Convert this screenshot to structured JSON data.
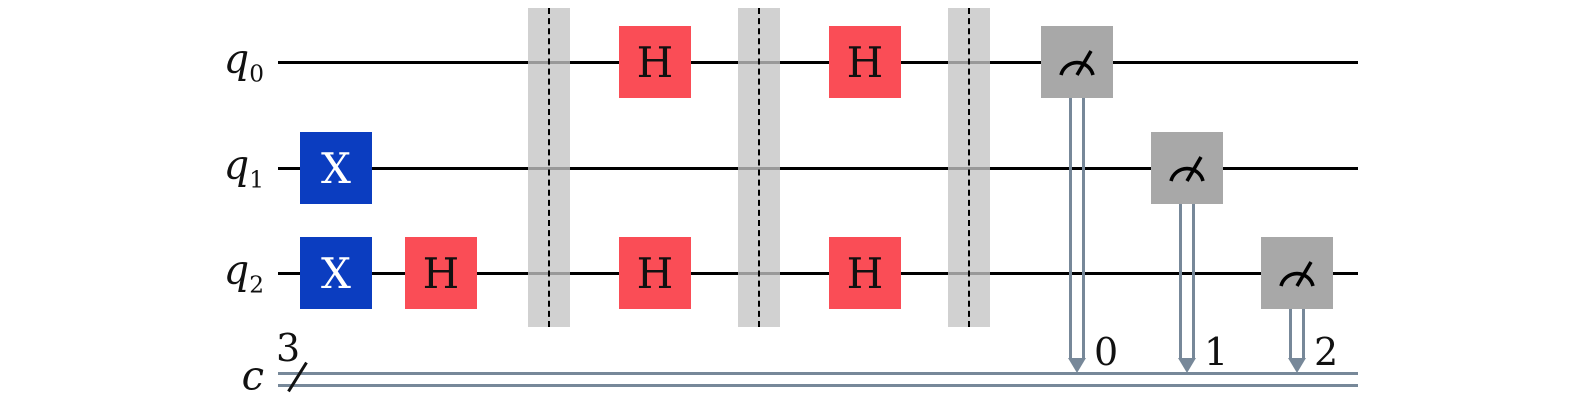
{
  "figure": {
    "background": "#ffffff",
    "qubit_wire_color": "#000000",
    "classical_wire_color": "#778899",
    "barrier_fill": "#c4c4c4",
    "gate_colors": {
      "x": "#0b3dc0",
      "h": "#fa4d56",
      "measure": "#a8a8a8"
    },
    "gate_text_colors": {
      "x": "#ffffff",
      "h": "#000000"
    }
  },
  "circuit": {
    "qubit_labels": [
      {
        "name": "q",
        "sub": "0"
      },
      {
        "name": "q",
        "sub": "1"
      },
      {
        "name": "q",
        "sub": "2"
      }
    ],
    "classical_label": "c",
    "classical_register_size": "3",
    "gates": [
      {
        "type": "x",
        "label": "X",
        "wire": 1,
        "col": 0
      },
      {
        "type": "x",
        "label": "X",
        "wire": 2,
        "col": 0
      },
      {
        "type": "h",
        "label": "H",
        "wire": 2,
        "col": 1
      },
      {
        "type": "barrier",
        "col": 2
      },
      {
        "type": "h",
        "label": "H",
        "wire": 0,
        "col": 3
      },
      {
        "type": "h",
        "label": "H",
        "wire": 2,
        "col": 3
      },
      {
        "type": "barrier",
        "col": 4
      },
      {
        "type": "h",
        "label": "H",
        "wire": 0,
        "col": 5
      },
      {
        "type": "h",
        "label": "H",
        "wire": 2,
        "col": 5
      },
      {
        "type": "barrier",
        "col": 6
      },
      {
        "type": "measure",
        "wire": 0,
        "col": 7,
        "cbit": "0"
      },
      {
        "type": "measure",
        "wire": 1,
        "col": 8,
        "cbit": "1"
      },
      {
        "type": "measure",
        "wire": 2,
        "col": 9,
        "cbit": "2"
      }
    ]
  }
}
